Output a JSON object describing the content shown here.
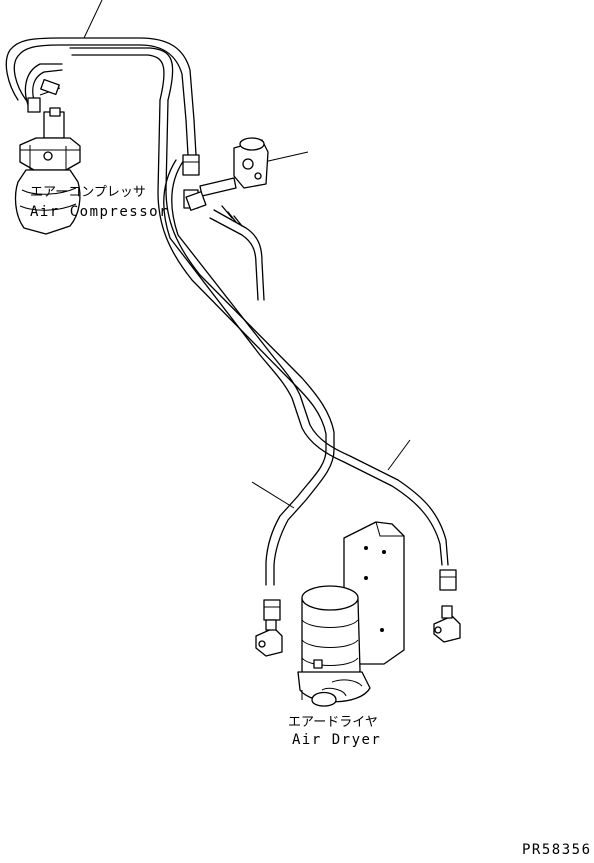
{
  "labels": {
    "compressor_jp": "エアーコンプレッサ",
    "compressor_en": "Air Compressor",
    "dryer_jp": "エアードライヤ",
    "dryer_en": "Air Dryer",
    "drawing_number": "PR58356"
  },
  "colors": {
    "ink": "#000000",
    "paper": "#ffffff"
  }
}
